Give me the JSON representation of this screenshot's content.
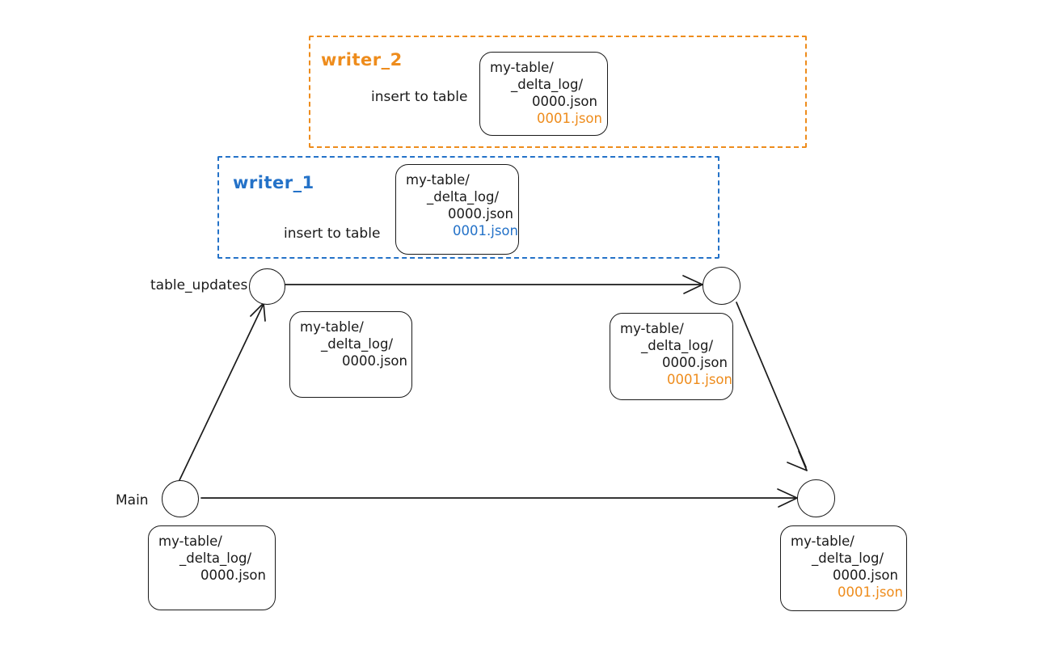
{
  "colors": {
    "orange": "#ee8c1c",
    "blue": "#2472c8",
    "ink": "#1a1a1a",
    "background": "#ffffff"
  },
  "lanes": [
    {
      "id": "writer-2",
      "title": "writer_2",
      "color": "#ee8c1c",
      "action_label": "insert to table"
    },
    {
      "id": "writer-1",
      "title": "writer_1",
      "color": "#2472c8",
      "action_label": "insert to table"
    }
  ],
  "branch_labels": {
    "table_updates": "table_updates",
    "main": "Main"
  },
  "cards": [
    {
      "id": "writer-2-card",
      "lines": [
        {
          "text": "my-table/",
          "color": "#1a1a1a"
        },
        {
          "text": "_delta_log/",
          "color": "#1a1a1a"
        },
        {
          "text": "0000.json",
          "color": "#1a1a1a"
        },
        {
          "text": "0001.json",
          "color": "#ee8c1c"
        }
      ]
    },
    {
      "id": "writer-1-card",
      "lines": [
        {
          "text": "my-table/",
          "color": "#1a1a1a"
        },
        {
          "text": "_delta_log/",
          "color": "#1a1a1a"
        },
        {
          "text": "0000.json",
          "color": "#1a1a1a"
        },
        {
          "text": "0001.json",
          "color": "#2472c8"
        }
      ]
    },
    {
      "id": "table-updates-start-card",
      "lines": [
        {
          "text": "my-table/",
          "color": "#1a1a1a"
        },
        {
          "text": "_delta_log/",
          "color": "#1a1a1a"
        },
        {
          "text": "0000.json",
          "color": "#1a1a1a"
        }
      ]
    },
    {
      "id": "table-updates-head-card",
      "lines": [
        {
          "text": "my-table/",
          "color": "#1a1a1a"
        },
        {
          "text": "_delta_log/",
          "color": "#1a1a1a"
        },
        {
          "text": "0000.json",
          "color": "#1a1a1a"
        },
        {
          "text": "0001.json",
          "color": "#ee8c1c"
        }
      ]
    },
    {
      "id": "main-start-card",
      "lines": [
        {
          "text": "my-table/",
          "color": "#1a1a1a"
        },
        {
          "text": "_delta_log/",
          "color": "#1a1a1a"
        },
        {
          "text": "0000.json",
          "color": "#1a1a1a"
        }
      ]
    },
    {
      "id": "main-head-card",
      "lines": [
        {
          "text": "my-table/",
          "color": "#1a1a1a"
        },
        {
          "text": "_delta_log/",
          "color": "#1a1a1a"
        },
        {
          "text": "0000.json",
          "color": "#1a1a1a"
        },
        {
          "text": "0001.json",
          "color": "#ee8c1c"
        }
      ]
    }
  ],
  "nodes": [
    {
      "id": "table-updates-start",
      "branch": "table_updates"
    },
    {
      "id": "table-updates-head",
      "branch": "table_updates"
    },
    {
      "id": "main-start",
      "branch": "Main"
    },
    {
      "id": "main-head",
      "branch": "Main"
    }
  ],
  "edges": [
    {
      "id": "main-start-to-table-updates-start",
      "kind": "branch-off"
    },
    {
      "id": "table-updates-start-to-table-updates-head",
      "kind": "commit"
    },
    {
      "id": "table-updates-head-to-main-head",
      "kind": "merge"
    },
    {
      "id": "main-start-to-main-head",
      "kind": "commit"
    }
  ]
}
